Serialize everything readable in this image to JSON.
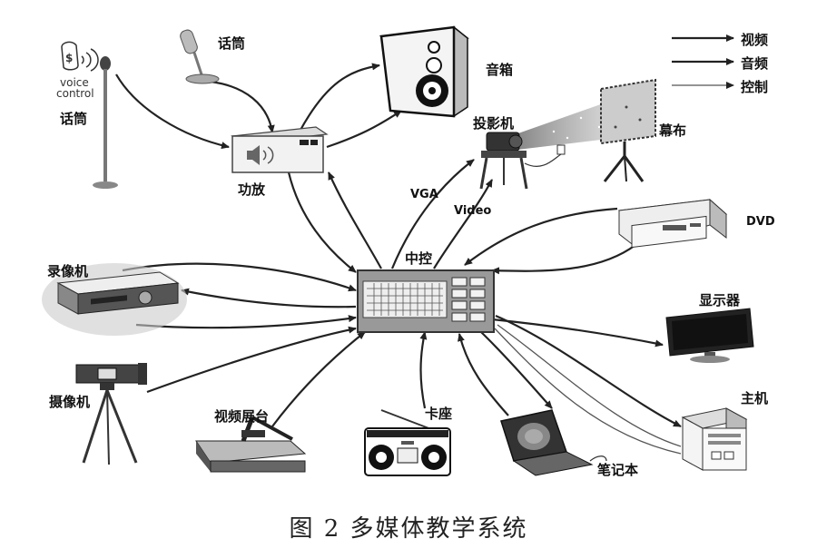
{
  "labels": {
    "voice_control_1": "voice",
    "voice_control_2": "control",
    "mic_stand": "话筒",
    "mic_desk": "话筒",
    "speaker": "音箱",
    "amplifier": "功放",
    "projector": "投影机",
    "screen": "幕布",
    "vga": "VGA",
    "video": "Video",
    "dvd": "DVD",
    "controller": "中控",
    "vcr": "录像机",
    "monitor": "显示器",
    "camera": "摄像机",
    "doc_camera": "视频展台",
    "cassette": "卡座",
    "laptop": "笔记本",
    "host": "主机"
  },
  "legend": [
    {
      "label": "视频"
    },
    {
      "label": "音频"
    },
    {
      "label": "控制"
    }
  ],
  "caption": "图 2  多媒体教学系统"
}
